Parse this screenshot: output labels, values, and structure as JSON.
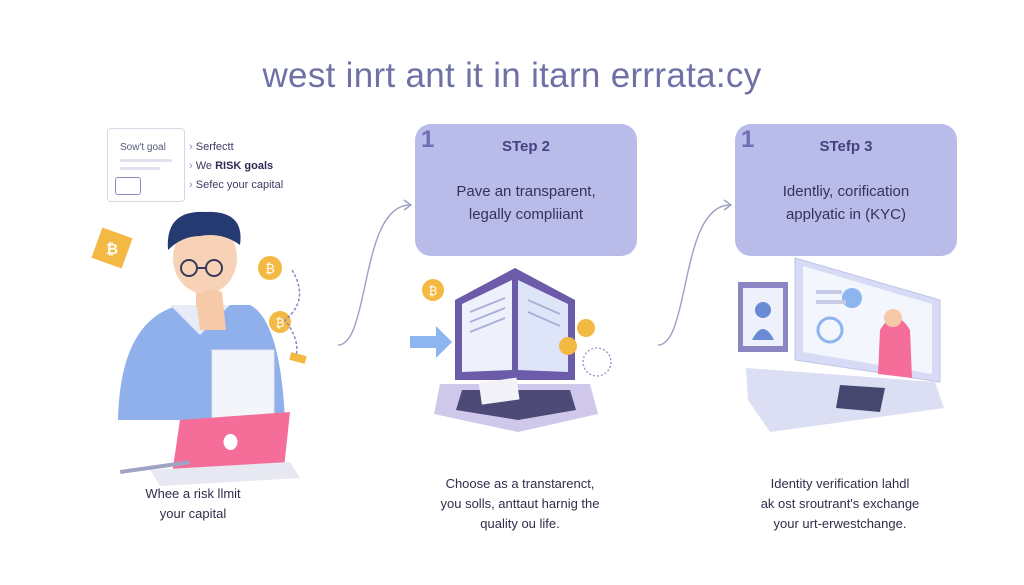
{
  "title": "west inrt ant it in itarn errrata:cy",
  "goals": {
    "card_text": "Sow't goal",
    "items": [
      "Serfectt",
      "We RISK goals",
      "Sefec your capital"
    ],
    "highlight": "RISK goals"
  },
  "left_caption": [
    "Whee a risk llmit",
    "your capital"
  ],
  "steps": [
    {
      "num": "1",
      "title": "STep 2",
      "desc": [
        "Pave an transparent,",
        "legally compliiant"
      ]
    },
    {
      "num": "1",
      "title": "STefp 3",
      "desc": [
        "Identliy, corification",
        "applyatic in (KYC)"
      ]
    }
  ],
  "captions": [
    [
      "Choose as a transtarenct,",
      "you solls, anttaut harnig the",
      "quality ou life."
    ],
    [
      "Identity verification lahdl",
      "ak ost sroutrant's exchange",
      "your urt-erwestchange."
    ]
  ],
  "colors": {
    "title": "#6f71a6",
    "card": "#b9bbe8",
    "accent": "#8b87c4",
    "coin": "#f4b942",
    "laptop_pink": "#f56e9a",
    "shirt": "#8fb0ea"
  },
  "icons": [
    "bitcoin-coin-icon",
    "apple-logo-icon",
    "arrow-right-icon",
    "connector-arrow-icon",
    "chart-icon"
  ]
}
